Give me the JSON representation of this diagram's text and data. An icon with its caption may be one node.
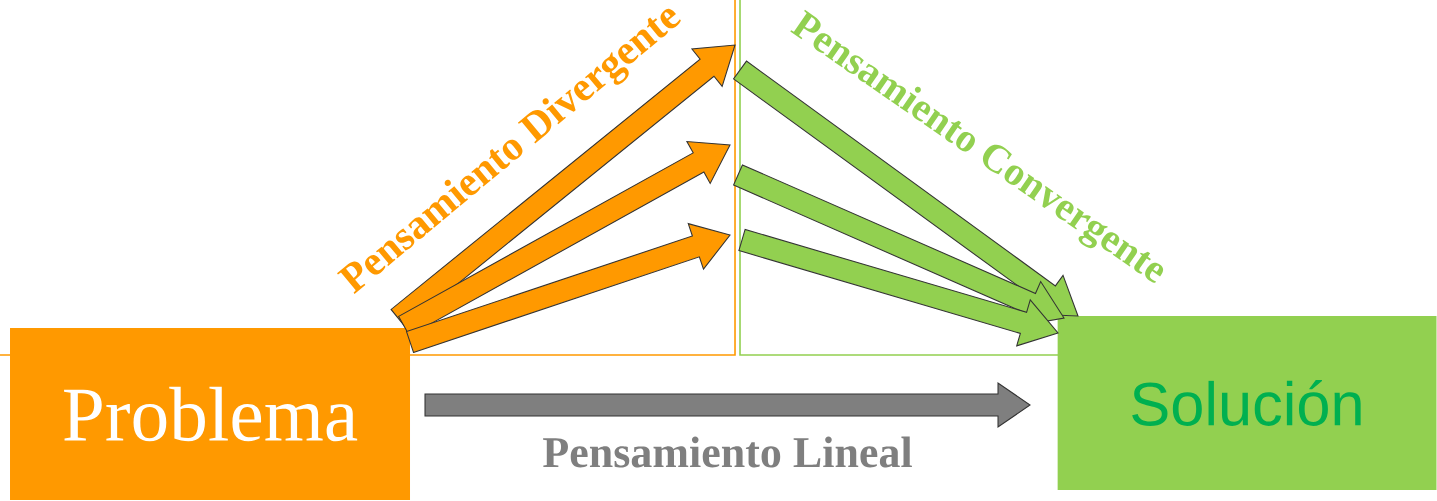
{
  "diagram": {
    "nodes": [
      {
        "text": [
          "Problema"
        ]
      },
      {
        "text": [
          "Solución"
        ]
      }
    ],
    "edges": [
      {
        "from": 0,
        "to": null,
        "arrow": "to",
        "color": "#ff9900"
      },
      {
        "from": 0,
        "to": null,
        "arrow": "to",
        "color": "#ff9900"
      },
      {
        "from": 0,
        "to": null,
        "arrow": "to",
        "color": "#ff9900"
      },
      {
        "from": null,
        "to": 1,
        "arrow": "to",
        "color": "#92d050"
      },
      {
        "from": null,
        "to": 1,
        "arrow": "to",
        "color": "#92d050"
      },
      {
        "from": null,
        "to": 1,
        "arrow": "to",
        "color": "#92d050"
      },
      {
        "from": 0,
        "to": 1,
        "arrow": "to",
        "label": "Pensamiento Lineal",
        "color": "#7f7f7f"
      }
    ],
    "labels": [
      "Pensamiento Divergente",
      "Pensamiento Convergente"
    ]
  }
}
